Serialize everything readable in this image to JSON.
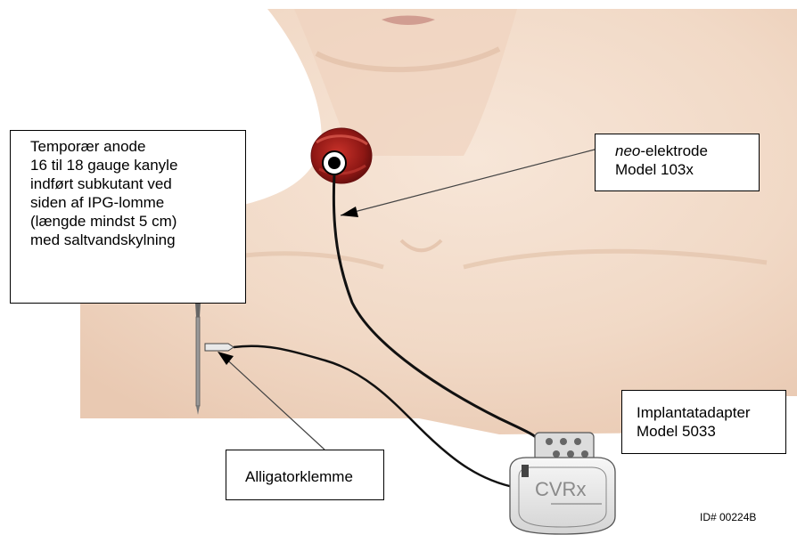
{
  "anode_label": {
    "lines": [
      "Temporær anode",
      "16 til 18 gauge kanyle",
      "indført subkutant ved",
      "siden af IPG-lomme",
      "(længde mindst 5 cm)",
      "med saltvandskylning"
    ]
  },
  "electrode_label": {
    "name_italic": "neo",
    "name_rest": "-elektrode",
    "model": "Model 103x"
  },
  "adapter_label": {
    "name": "Implantatadapter",
    "model": "Model 5033"
  },
  "clip_label": {
    "name": "Alligatorklemme"
  },
  "device": {
    "brand": "CVRx"
  },
  "image_id": "ID# 00224B",
  "colors": {
    "skin": "#f3dccb",
    "skin_shadow": "#e2bfa6",
    "lead_wire": "#111111",
    "carotid_red": "#9c1a1a"
  }
}
